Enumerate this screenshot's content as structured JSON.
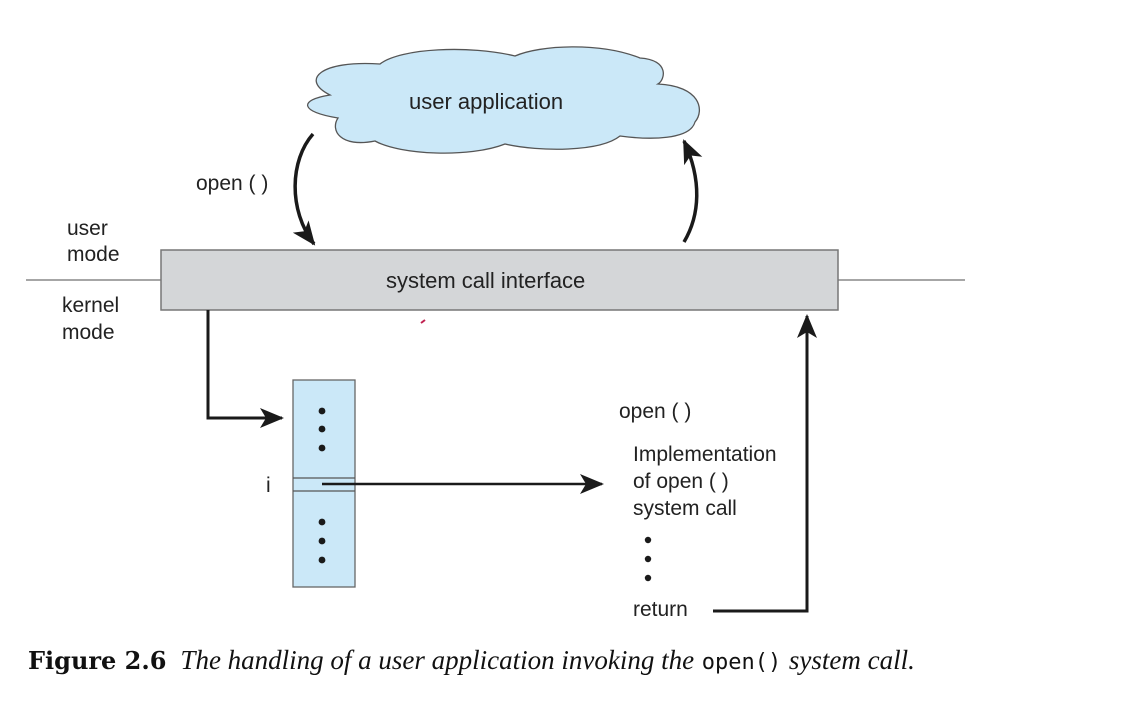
{
  "diagram": {
    "cloud_label": "user application",
    "call_label": "open ( )",
    "user_mode_label": [
      "user",
      "mode"
    ],
    "kernel_mode_label": [
      "kernel",
      "mode"
    ],
    "interface_label": "system call interface",
    "table_index_label": "i",
    "impl_title": "open ( )",
    "impl_lines": [
      "Implementation",
      "of open ( )",
      "system call"
    ],
    "return_label": "return",
    "colors": {
      "cloud_fill": "#cbe8f8",
      "interface_fill": "#d4d6d8",
      "table_fill": "#cbe8f8",
      "stroke": "#1a1a1a"
    }
  },
  "caption": {
    "figure_label": "Figure 2.6",
    "text_before": "The handling of a user application invoking the",
    "code": "open()",
    "text_after": "system call."
  }
}
